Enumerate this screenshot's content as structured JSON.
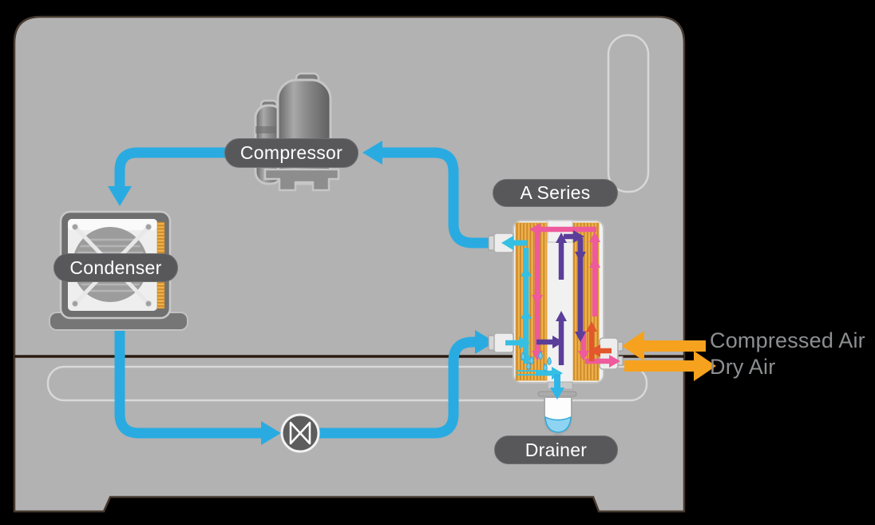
{
  "diagram": {
    "component_labels": {
      "compressor": "Compressor",
      "condenser": "Condenser",
      "heat_exchanger": "A Series",
      "drainer": "Drainer"
    },
    "flow_labels": {
      "inlet": "Compressed Air",
      "outlet": "Dry Air"
    },
    "colors": {
      "background": "#000000",
      "cabinet_gray": "#b2b2b2",
      "cabinet_edge": "#473a30",
      "label_background": "#58585a",
      "label_text": "#ffffff",
      "refrigerant_pipe_blue": "#29abe2",
      "refrigerant_cyan": "#35bfe3",
      "wet_air_pink": "#ee5a9b",
      "cooled_air_purple": "#5a3e99",
      "hot_air_red_orange": "#e2572b",
      "air_arrow_orange": "#f6a21e",
      "heat_exchanger_gold": "#f0b04a",
      "outside_text_gray": "#8d8f91"
    },
    "icons": {
      "compressor": "compressor-icon",
      "condenser": "condenser-fan-icon",
      "expansion_valve": "expansion-valve-icon",
      "heat_exchanger": "heat-exchanger-icon",
      "drainer": "drainer-bowl-icon",
      "water_droplets": "water-droplet-icon"
    }
  }
}
